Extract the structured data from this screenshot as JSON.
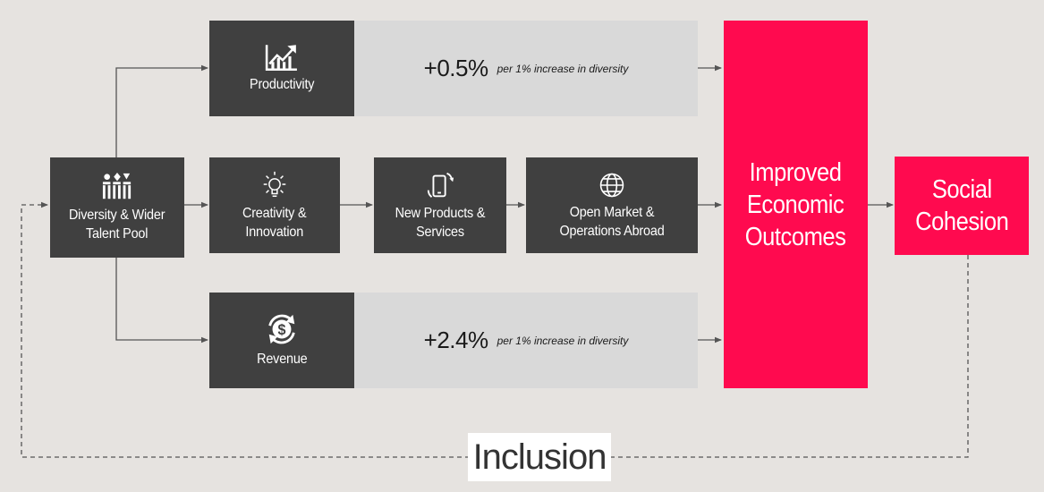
{
  "nodes": {
    "diversity": {
      "label": "Diversity & Wider\nTalent Pool",
      "icon": "people-icon"
    },
    "productivity": {
      "label": "Productivity",
      "icon": "growth-chart-icon"
    },
    "creativity": {
      "label": "Creativity &\nInnovation",
      "icon": "lightbulb-icon"
    },
    "new_products": {
      "label": "New Products &\nServices",
      "icon": "mobile-device-icon"
    },
    "open_market": {
      "label": "Open Market &\nOperations Abroad",
      "icon": "globe-icon"
    },
    "revenue": {
      "label": "Revenue",
      "icon": "dollar-cycle-icon"
    },
    "outcomes": {
      "label": "Improved\nEconomic\nOutcomes"
    },
    "cohesion": {
      "label": "Social\nCohesion"
    }
  },
  "impacts": {
    "productivity": {
      "value": "+0.5%",
      "note": "per 1% increase in diversity"
    },
    "revenue": {
      "value": "+2.4%",
      "note": "per 1% increase in diversity"
    }
  },
  "feedback_loop": {
    "label": "Inclusion"
  },
  "colors": {
    "dark_box": "#404040",
    "light_box": "#d9d9d9",
    "accent": "#ff0a4f",
    "background": "#e6e3e0"
  }
}
